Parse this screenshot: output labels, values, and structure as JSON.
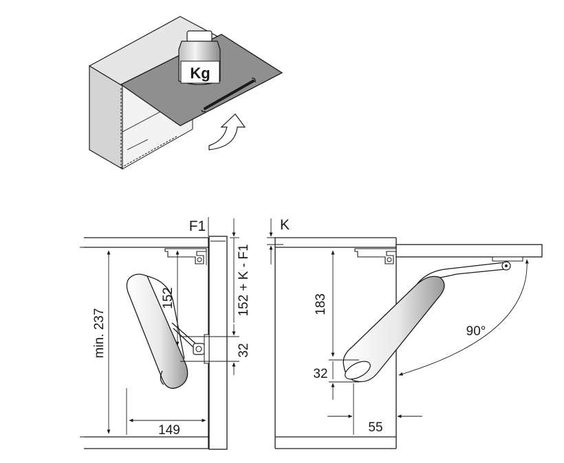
{
  "illustration": {
    "weight_label": "Kg"
  },
  "dimensions": {
    "f1": "F1",
    "k": "K",
    "min_height": "min. 237",
    "left_152": "152",
    "formula": "152 + K - F1",
    "left_32": "32",
    "left_149": "149",
    "right_183": "183",
    "right_32": "32",
    "right_55": "55",
    "angle": "90°"
  },
  "colors": {
    "panel_dark": "#8f8f8f",
    "cabinet_side": "#d4d4d4",
    "cabinet_top": "#e6e6e6",
    "line": "#1a1a1a"
  }
}
